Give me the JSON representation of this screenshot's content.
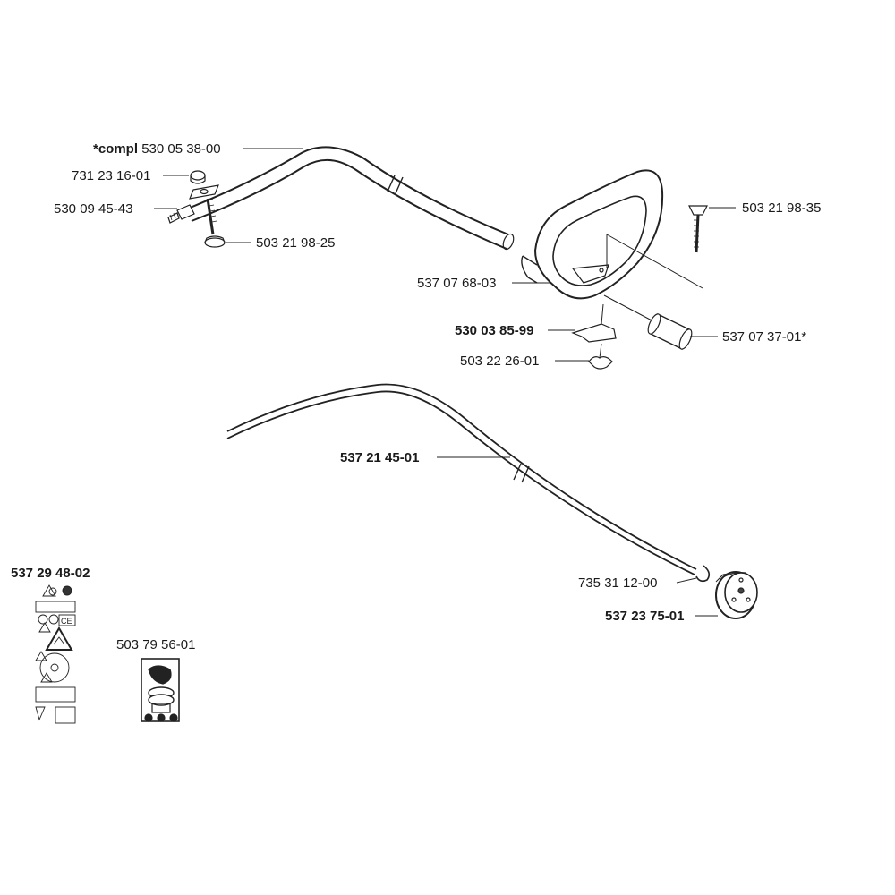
{
  "labels": {
    "shaft_compl_prefix": "*compl",
    "shaft_compl": "530 05 38-00",
    "nut_top": "731 23 16-01",
    "clamp_bolt_left": "530 09 45-43",
    "bolt_left": "503 21 98-25",
    "bolt_right": "503 21 98-35",
    "handle": "537 07 68-03",
    "bracket": "530 03 85-99",
    "wing_nut": "503 22 26-01",
    "grip": "537 07 37-01*",
    "drive_shaft": "537 21 45-01",
    "circlip": "735 31 12-00",
    "clutch_drum": "537 23 75-01",
    "decal_left": "537 29 48-02",
    "decal_right": "503 79 56-01"
  },
  "decal_left_symbols": [
    "CE"
  ]
}
